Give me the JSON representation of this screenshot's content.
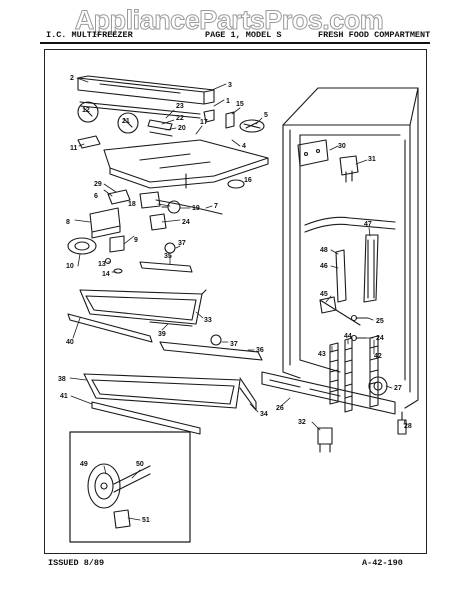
{
  "watermark": "AppliancePartsPros.com",
  "header": {
    "left": "I.C. MULTIFREEZER",
    "mid": "PAGE 1, MODEL S",
    "right": "FRESH FOOD COMPARTMENT"
  },
  "footer": {
    "issued": "ISSUED 8/89",
    "page": "A-42-190"
  },
  "callouts": [
    "1",
    "2",
    "3",
    "4",
    "5",
    "6",
    "7",
    "8",
    "9",
    "10",
    "11",
    "12",
    "13",
    "14",
    "15",
    "16",
    "17",
    "18",
    "19",
    "20",
    "21",
    "22",
    "23",
    "24",
    "25",
    "26",
    "27",
    "28",
    "29",
    "30",
    "31",
    "32",
    "33",
    "34",
    "35",
    "36",
    "37",
    "38",
    "39",
    "40",
    "41",
    "42",
    "43",
    "44",
    "45",
    "46",
    "47",
    "48",
    "49",
    "50",
    "51"
  ]
}
